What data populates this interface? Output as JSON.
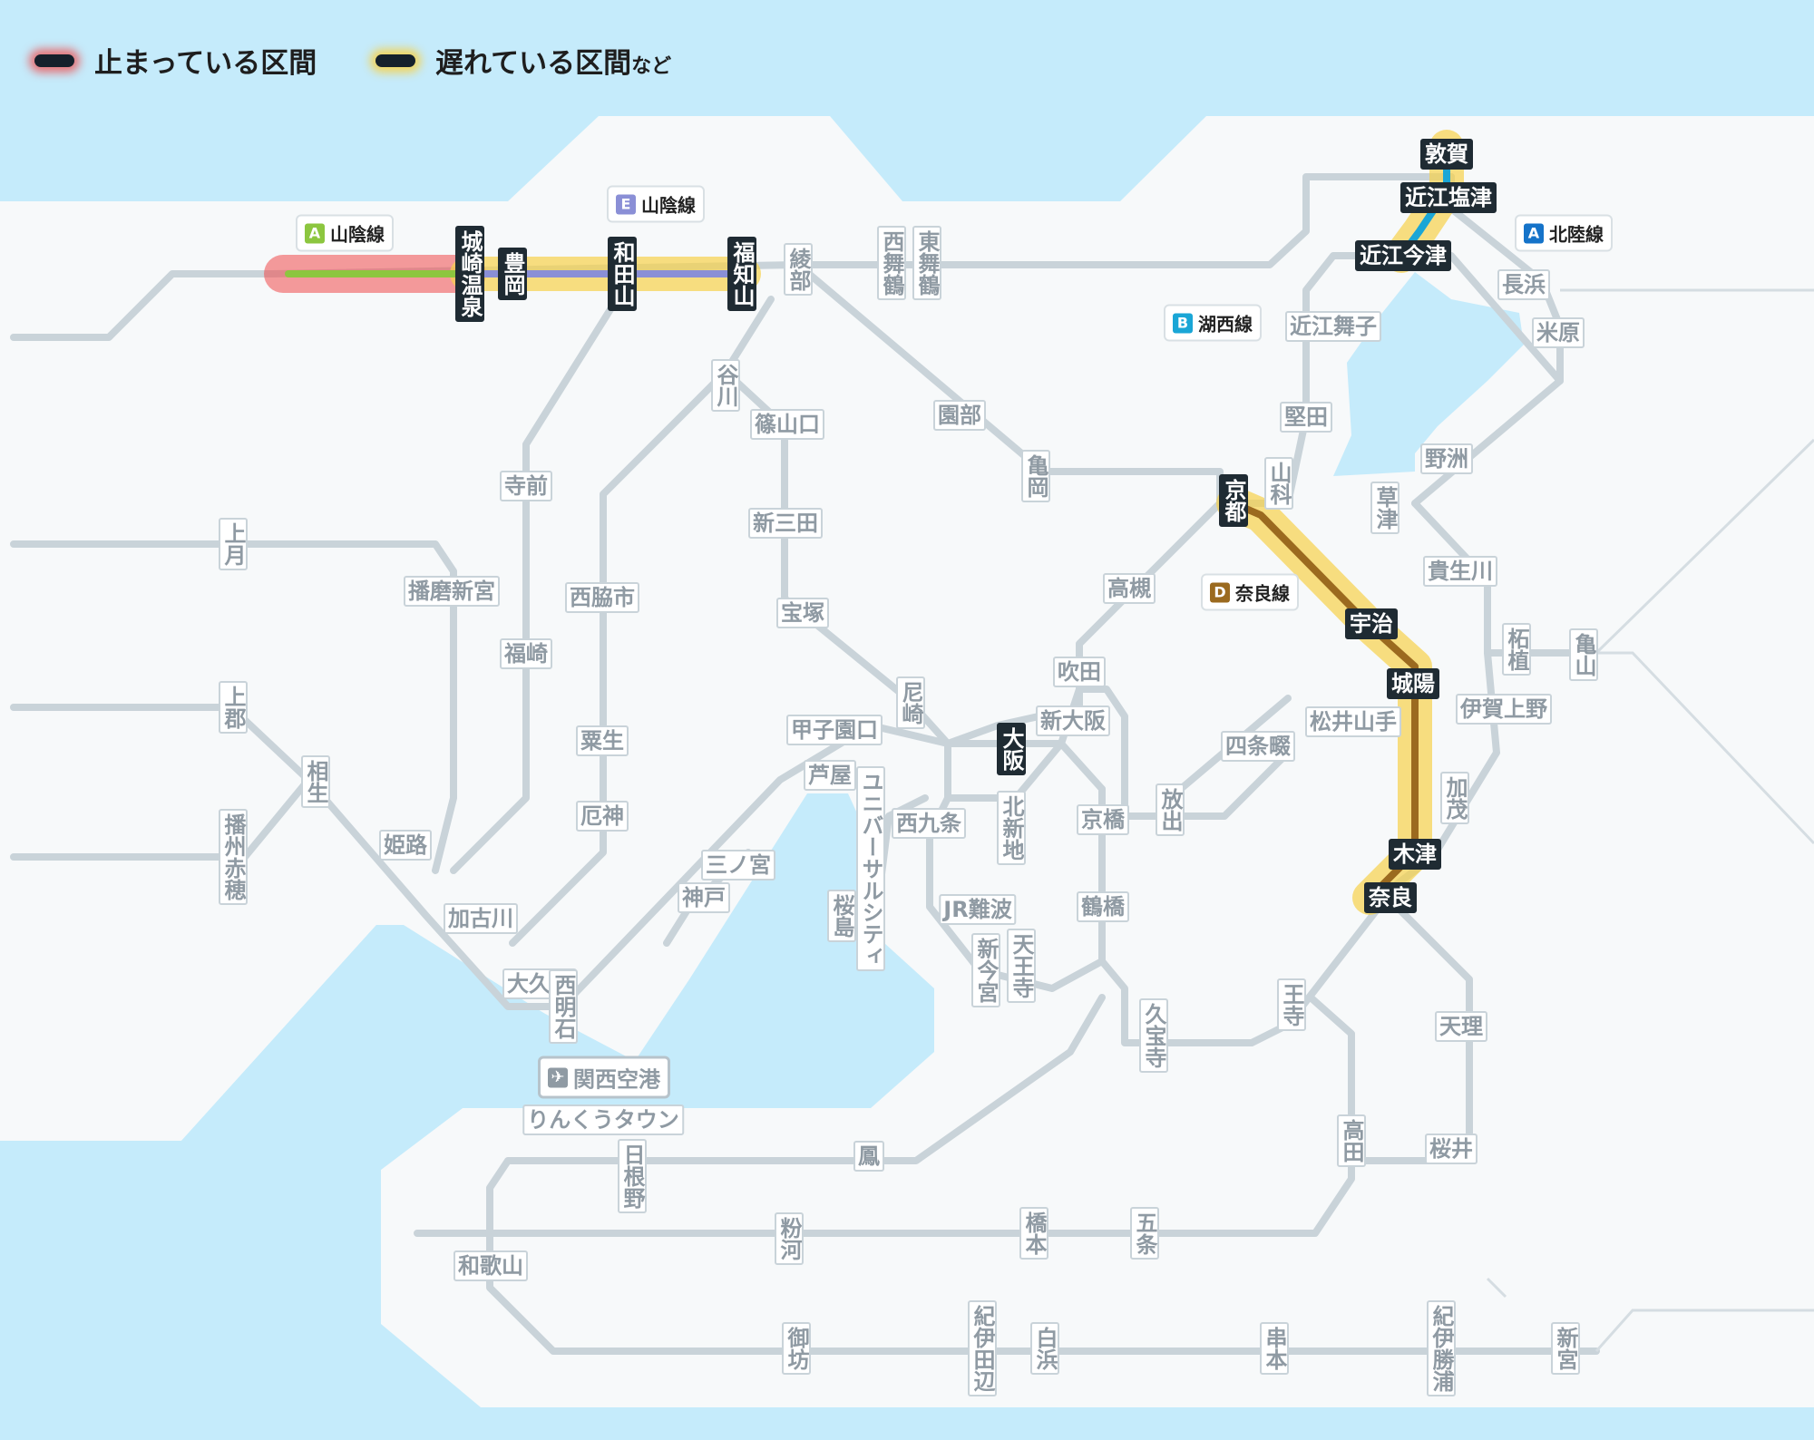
{
  "legend": {
    "stopped": "止まっている区間",
    "delayed": "遅れている区間",
    "delayed_suffix": "など"
  },
  "colors": {
    "sea": "#c5ebfb",
    "land": "#f7f9fa",
    "track": "#c9d3d9",
    "stopped_glow": "#f04a4a",
    "delayed_glow": "#f6d24a",
    "sanin_a": "#8cc63f",
    "sanin_e": "#8a8fd6",
    "nara_d": "#9b6a1f",
    "kosei_b": "#1aa6d6",
    "hokuriku_a": "#1573c9"
  },
  "line_tags": [
    {
      "code": "A",
      "name": "山陰線",
      "color": "#8cc63f"
    },
    {
      "code": "E",
      "name": "山陰線",
      "color": "#8a8fd6"
    },
    {
      "code": "B",
      "name": "湖西線",
      "color": "#1aa6d6"
    },
    {
      "code": "A",
      "name": "北陸線",
      "color": "#1573c9"
    },
    {
      "code": "D",
      "name": "奈良線",
      "color": "#9b6a1f"
    }
  ],
  "airport": "関西空港",
  "stations": [
    "城崎温泉",
    "豊岡",
    "和田山",
    "福知山",
    "綾部",
    "西舞鶴",
    "東舞鶴",
    "敦賀",
    "近江塩津",
    "近江今津",
    "長浜",
    "米原",
    "近江舞子",
    "堅田",
    "山科",
    "草津",
    "野洲",
    "京都",
    "宇治",
    "城陽",
    "木津",
    "奈良",
    "亀岡",
    "園部",
    "谷川",
    "篠山口",
    "新三田",
    "宝塚",
    "寺前",
    "福崎",
    "播磨新宮",
    "西脇市",
    "粟生",
    "厄神",
    "上月",
    "上郡",
    "相生",
    "播州赤穂",
    "姫路",
    "加古川",
    "大久保",
    "西明石",
    "三ノ宮",
    "神戸",
    "甲子園口",
    "芦屋",
    "尼崎",
    "大阪",
    "新大阪",
    "北新地",
    "吹田",
    "高槻",
    "京橋",
    "放出",
    "四条畷",
    "松井山手",
    "西九条",
    "ユニバーサルシティ",
    "桜島",
    "JR難波",
    "新今宮",
    "天王寺",
    "鶴橋",
    "久宝寺",
    "王寺",
    "高田",
    "天理",
    "桜井",
    "貴生川",
    "柘植",
    "伊賀上野",
    "加茂",
    "亀山",
    "りんくうタウン",
    "日根野",
    "鳳",
    "和歌山",
    "粉河",
    "橋本",
    "五条",
    "御坊",
    "紀伊田辺",
    "白浜",
    "串本",
    "紀伊勝浦",
    "新宮"
  ]
}
